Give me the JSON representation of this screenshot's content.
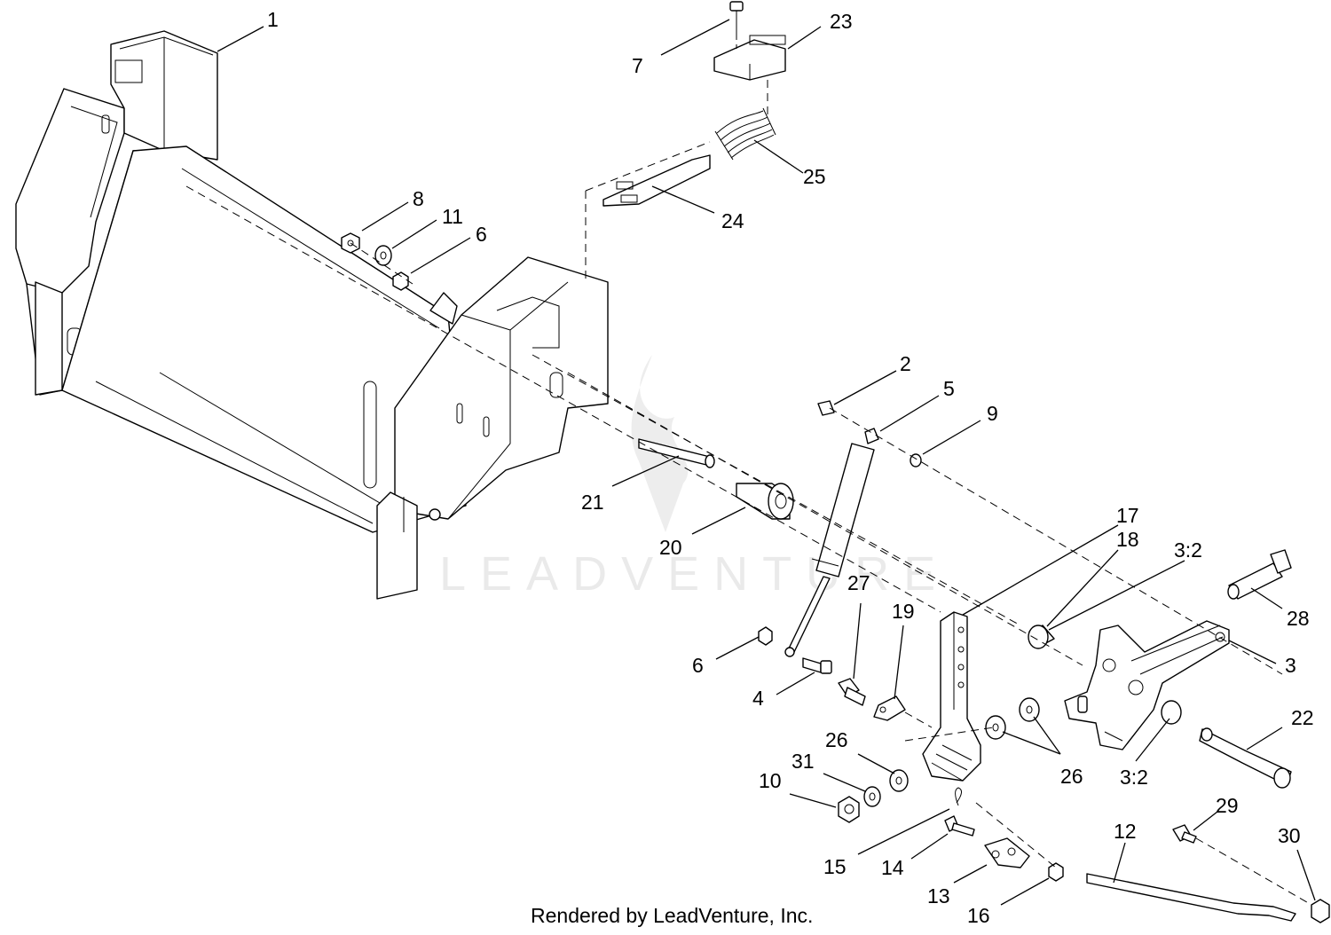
{
  "watermark": "LEADVENTURE",
  "footer": "Rendered by LeadVenture, Inc.",
  "callouts": [
    {
      "label": "1"
    },
    {
      "label": "23"
    },
    {
      "label": "7"
    },
    {
      "label": "25"
    },
    {
      "label": "24"
    },
    {
      "label": "8"
    },
    {
      "label": "11"
    },
    {
      "label": "6"
    },
    {
      "label": "2"
    },
    {
      "label": "5"
    },
    {
      "label": "9"
    },
    {
      "label": "21"
    },
    {
      "label": "20"
    },
    {
      "label": "17"
    },
    {
      "label": "18"
    },
    {
      "label": "3:2"
    },
    {
      "label": "28"
    },
    {
      "label": "27"
    },
    {
      "label": "19"
    },
    {
      "label": "6"
    },
    {
      "label": "3"
    },
    {
      "label": "4"
    },
    {
      "label": "22"
    },
    {
      "label": "26"
    },
    {
      "label": "31"
    },
    {
      "label": "10"
    },
    {
      "label": "26"
    },
    {
      "label": "3:2"
    },
    {
      "label": "29"
    },
    {
      "label": "12"
    },
    {
      "label": "30"
    },
    {
      "label": "15"
    },
    {
      "label": "14"
    },
    {
      "label": "13"
    },
    {
      "label": "16"
    }
  ]
}
